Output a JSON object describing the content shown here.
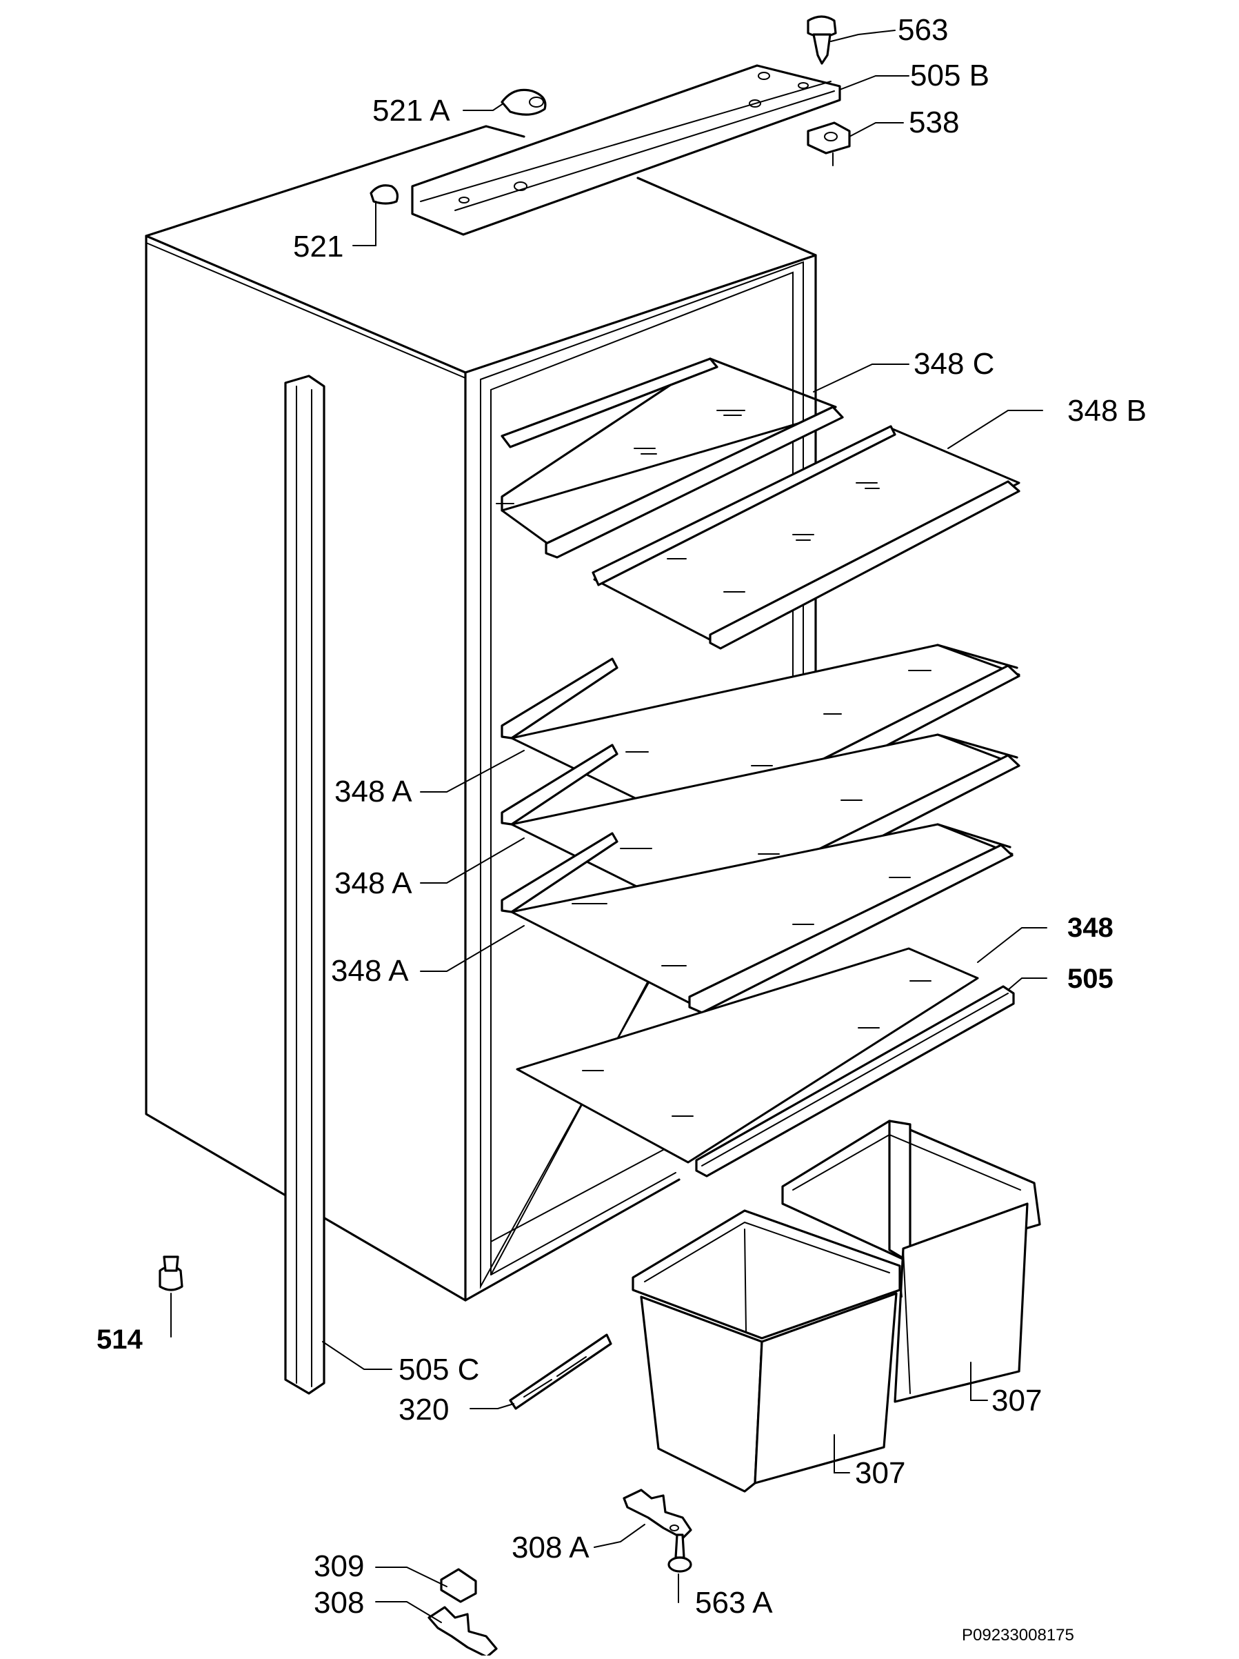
{
  "drawing_ref": "P09233008175",
  "labels": {
    "l563": "563",
    "l505B": "505 B",
    "l521A": "521 A",
    "l538": "538",
    "l521": "521",
    "l348C": "348 C",
    "l348B": "348 B",
    "l348A_1": "348 A",
    "l348A_2": "348 A",
    "l348A_3": "348 A",
    "l348": "348",
    "l505": "505",
    "l514": "514",
    "l505C": "505 C",
    "l320": "320",
    "l307_right": "307",
    "l307_left": "307",
    "l308A": "308 A",
    "l563A": "563 A",
    "l309": "309",
    "l308": "308"
  }
}
